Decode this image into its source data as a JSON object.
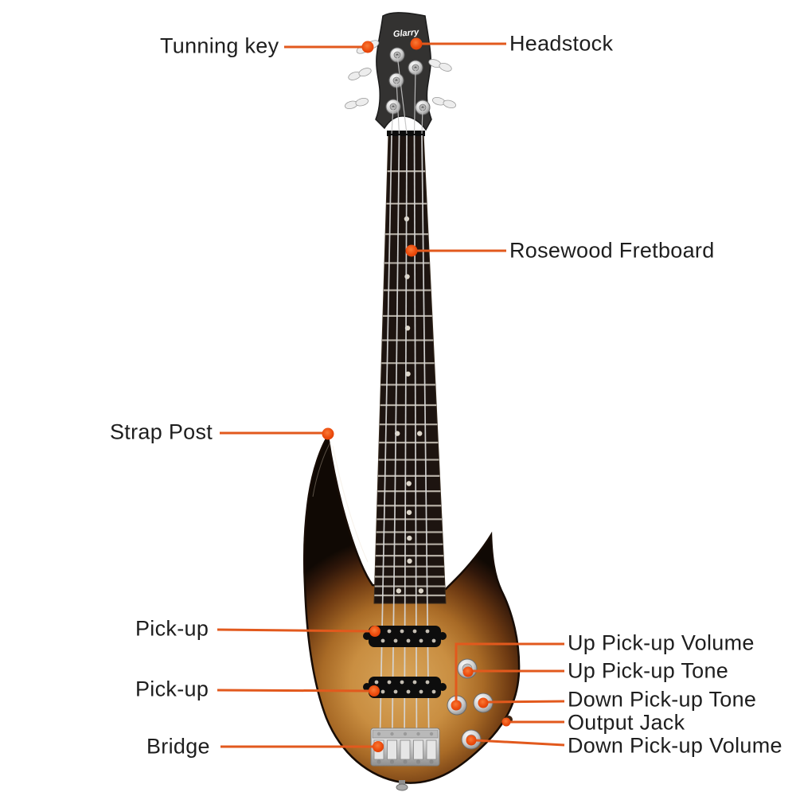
{
  "diagram": {
    "subject": "Electric bass guitar parts diagram",
    "brand_logo": "Glarry",
    "accent_color": "#e2591d",
    "text_color": "#1e1e1e",
    "background_color": "#ffffff",
    "callouts": [
      {
        "id": "tunning-key",
        "label": "Tunning key",
        "side": "left"
      },
      {
        "id": "headstock",
        "label": "Headstock",
        "side": "right"
      },
      {
        "id": "rosewood-fretboard",
        "label": "Rosewood Fretboard",
        "side": "right"
      },
      {
        "id": "strap-post",
        "label": "Strap Post",
        "side": "left"
      },
      {
        "id": "pickup-neck",
        "label": "Pick-up",
        "side": "left"
      },
      {
        "id": "pickup-bridge",
        "label": "Pick-up",
        "side": "left"
      },
      {
        "id": "bridge",
        "label": "Bridge",
        "side": "left"
      },
      {
        "id": "up-pickup-volume",
        "label": "Up Pick-up Volume",
        "side": "right"
      },
      {
        "id": "up-pickup-tone",
        "label": "Up Pick-up Tone",
        "side": "right"
      },
      {
        "id": "down-pickup-tone",
        "label": "Down Pick-up Tone",
        "side": "right"
      },
      {
        "id": "output-jack",
        "label": "Output Jack",
        "side": "right"
      },
      {
        "id": "down-pickup-volume",
        "label": "Down Pick-up Volume",
        "side": "right"
      }
    ]
  }
}
